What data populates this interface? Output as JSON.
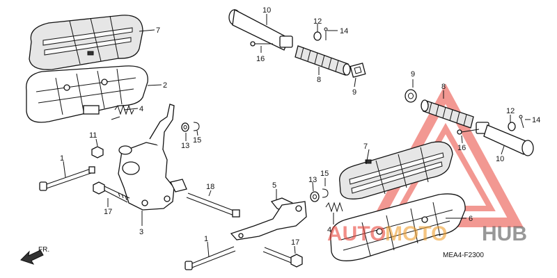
{
  "diagram": {
    "code": "MEA4-F2300",
    "direction": "FR.",
    "callouts": [
      "1",
      "2",
      "3",
      "4",
      "5",
      "6",
      "7",
      "8",
      "9",
      "10",
      "11",
      "12",
      "13",
      "14",
      "15",
      "16",
      "17",
      "18"
    ]
  },
  "watermark": {
    "word_a": "AUTO",
    "word_b": "MOTO",
    "word_c": "HUB",
    "color_red": "#e8443a",
    "color_orange": "#f0a030"
  }
}
